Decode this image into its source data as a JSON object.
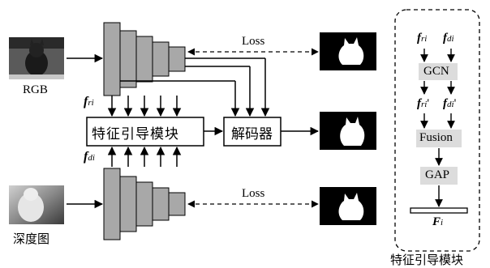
{
  "inputs": {
    "rgb_label": "RGB",
    "depth_label": "深度图"
  },
  "features": {
    "f_ri_main": "f",
    "f_ri_sub": "ri",
    "f_di_main": "f",
    "f_di_sub": "di"
  },
  "modules": {
    "guide_label": "特征引导模块",
    "decoder_label": "解码器"
  },
  "loss": {
    "top_label": "Loss",
    "bottom_label": "Loss"
  },
  "detail": {
    "title": "特征引导模块",
    "in_ri_main": "f",
    "in_ri_sub": "ri",
    "in_di_main": "f",
    "in_di_sub": "di",
    "gcn_label": "GCN",
    "out_ri_main": "f",
    "out_ri_sub": "ri",
    "out_ri_prime": "'",
    "out_di_main": "f",
    "out_di_sub": "di",
    "out_di_prime": "'",
    "fusion_label": "Fusion",
    "gap_label": "GAP",
    "out_main": "F",
    "out_sub": "i"
  },
  "colors": {
    "encoder_fill": "#a8a8a8",
    "node_fill": "#dcdcdc",
    "line": "#000000",
    "mask_bg": "#000000",
    "mask_fg": "#ffffff"
  }
}
